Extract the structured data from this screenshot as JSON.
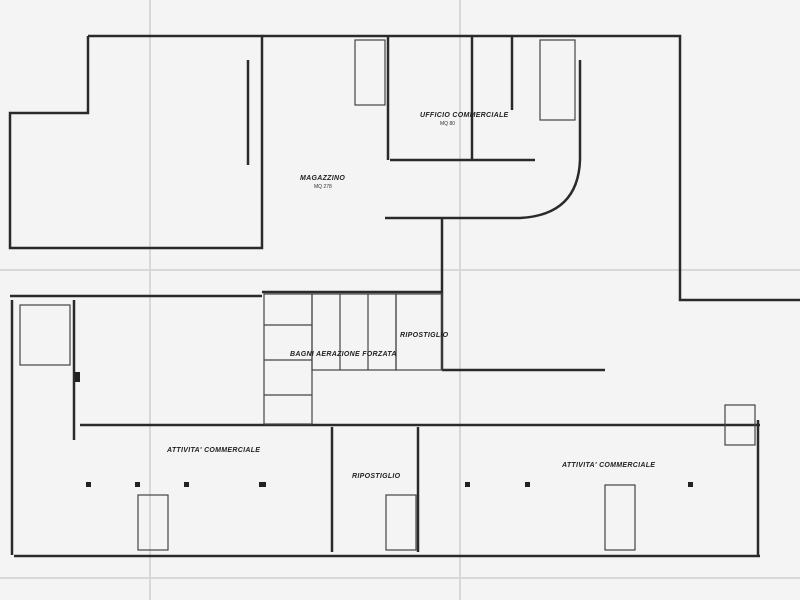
{
  "plan": {
    "rooms": [
      {
        "id": "magazzino",
        "label": "MAGAZZINO",
        "area": "MQ 278"
      },
      {
        "id": "ufficio",
        "label": "UFFICIO COMMERCIALE",
        "area": "MQ 80"
      },
      {
        "id": "bagni",
        "label": "BAGNI AERAZIONE FORZATA"
      },
      {
        "id": "ripostiglio1",
        "label": "RIPOSTIGLIO"
      },
      {
        "id": "ripostiglio2",
        "label": "RIPOSTIGLIO"
      },
      {
        "id": "attivita1",
        "label": "ATTIVITA' COMMERCIALE"
      },
      {
        "id": "attivita2",
        "label": "ATTIVITA' COMMERCIALE"
      }
    ]
  },
  "colors": {
    "paper": "#f4f4f4",
    "ink": "#2a2a2a"
  }
}
